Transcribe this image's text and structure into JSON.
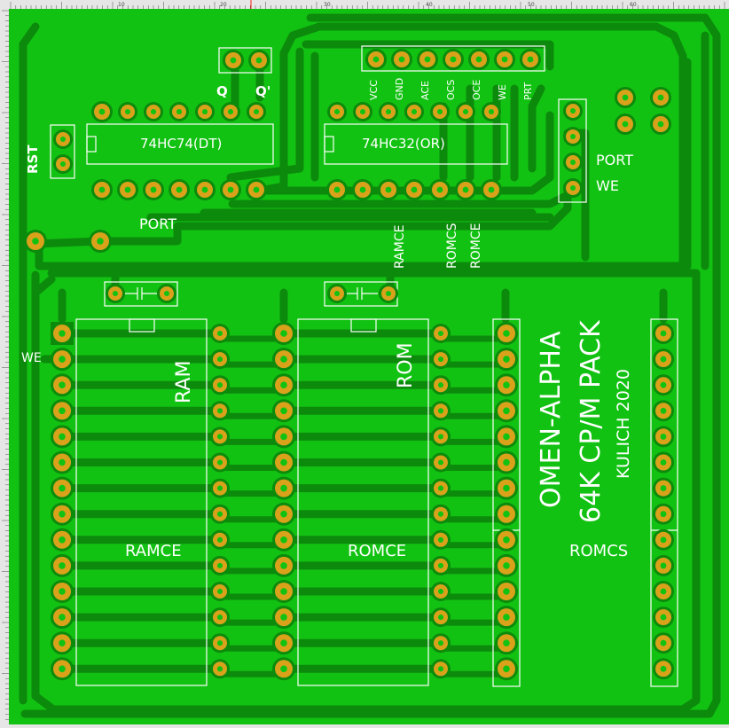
{
  "colors": {
    "board": "#12c212",
    "copper": "#0c8a0c",
    "pad": "#d9a21a",
    "silk": "#ffffff",
    "ruler": "#e6e6e6",
    "rulerMarker": "#ff2020"
  },
  "ruler": {
    "top_labels": [
      "10",
      "20",
      "30",
      "40",
      "50",
      "60"
    ],
    "left_labels": [
      "0",
      "10",
      "20",
      "30",
      "40",
      "50",
      "60"
    ]
  },
  "board": {
    "labels": {
      "rst": "RST",
      "q": "Q",
      "q_bar": "Q'",
      "ic_flipflop": "74HC74(DT)",
      "ic_or": "74HC32(OR)",
      "port_left": "PORT",
      "port_right": "PORT",
      "we_right": "WE",
      "we_left": "WE",
      "ramce_vertical": "RAMCE",
      "romcs_vertical": "ROMCS",
      "romce_vertical": "ROMCE",
      "ram": "RAM",
      "rom": "ROM",
      "ramce_bottom": "RAMCE",
      "romce_bottom": "ROMCE",
      "romcs_bottom": "ROMCS",
      "title_line1": "OMEN-ALPHA",
      "title_line2": "64K CP/M PACK",
      "title_line3": "KULICH 2020"
    },
    "header_pins": [
      "VCC",
      "GND",
      "ACE",
      "OCS",
      "OCE",
      "WE",
      "PRT"
    ]
  }
}
